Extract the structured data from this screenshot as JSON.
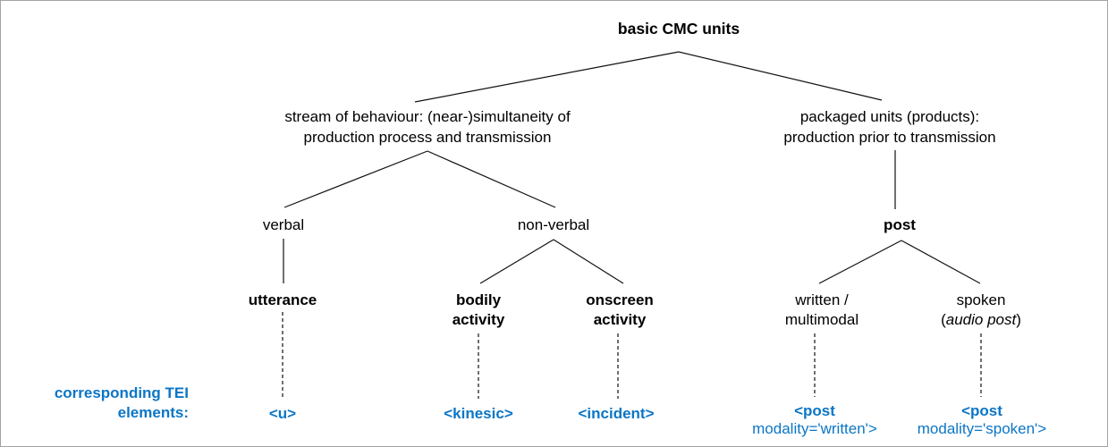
{
  "diagram": {
    "nodes": {
      "root": {
        "label": "basic CMC units"
      },
      "stream": {
        "line1": "stream of behaviour: (near-)simultaneity of",
        "line2": "production process and transmission"
      },
      "packaged": {
        "line1": "packaged units (products):",
        "line2": "production prior to transmission"
      },
      "verbal": {
        "label": "verbal"
      },
      "nonverbal": {
        "label": "non-verbal"
      },
      "post": {
        "label": "post"
      },
      "utterance": {
        "label": "utterance"
      },
      "bodily": {
        "line1": "bodily",
        "line2": "activity"
      },
      "onscreen": {
        "line1": "onscreen",
        "line2": "activity"
      },
      "written": {
        "line1": "written /",
        "line2": "multimodal"
      },
      "spoken": {
        "line1": "spoken",
        "line2_open": "(",
        "line2_italic": "audio post",
        "line2_close": ")"
      }
    },
    "tei": {
      "caption_line1": "corresponding TEI",
      "caption_line2": "elements:",
      "u": "<u>",
      "kinesic": "<kinesic>",
      "incident": "<incident>",
      "post_written_line1": "<post",
      "post_written_line2": "modality='written'>",
      "post_spoken_line1": "<post",
      "post_spoken_line2": "modality='spoken'>"
    },
    "colors": {
      "accent_blue": "#0b76c6",
      "line": "#111111",
      "border": "#a3a3a3",
      "background": "#ffffff"
    }
  }
}
